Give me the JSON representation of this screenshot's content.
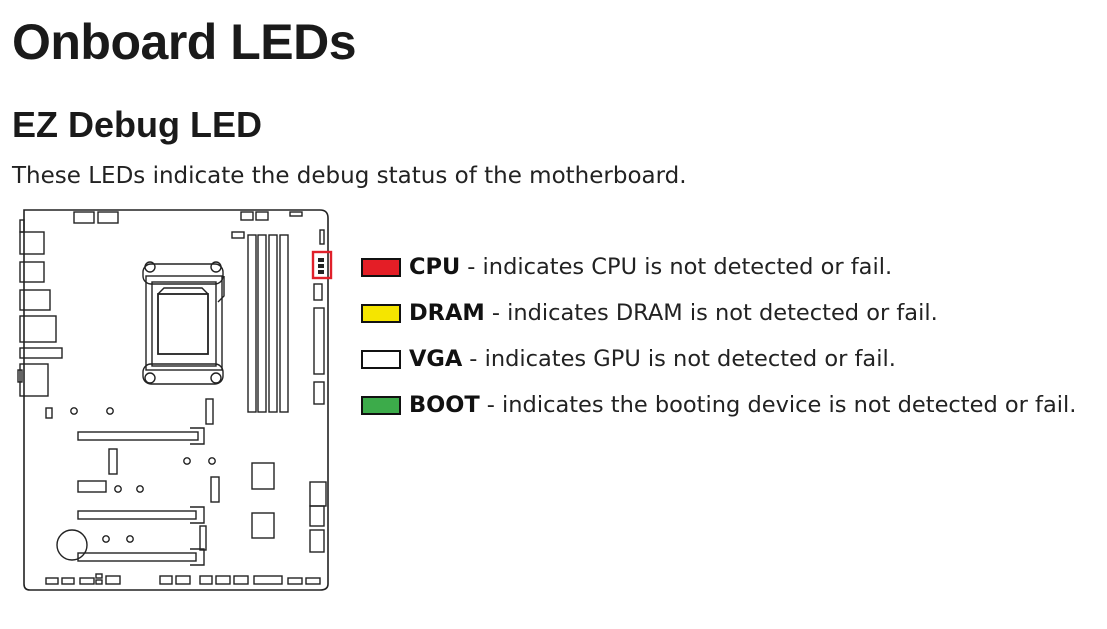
{
  "page": {
    "title": "Onboard LEDs",
    "section_title": "EZ Debug LED",
    "intro": "These LEDs indicate the debug status of the motherboard."
  },
  "diagram": {
    "highlight_color": "#e0202a"
  },
  "legend": [
    {
      "name": "CPU",
      "description": "- indicates CPU is not detected or fail.",
      "color": "#e41e26"
    },
    {
      "name": "DRAM",
      "description": "- indicates DRAM is not detected or fail.",
      "color": "#f5e500"
    },
    {
      "name": "VGA",
      "description": "- indicates GPU is not detected or fail.",
      "color": "#ffffff"
    },
    {
      "name": "BOOT",
      "description": "- indicates the booting device is not detected or fail.",
      "color": "#3cab4a"
    }
  ]
}
